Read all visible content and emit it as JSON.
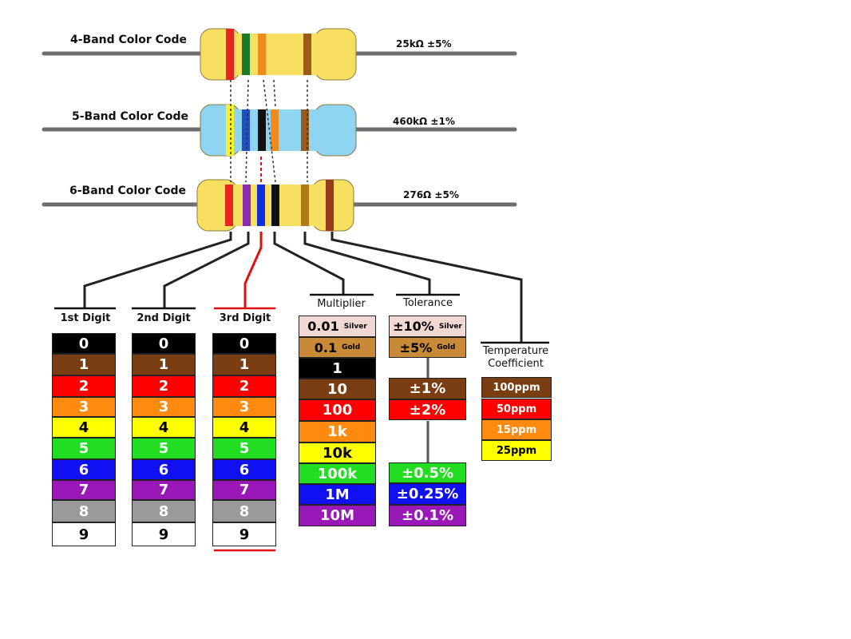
{
  "resistors": [
    {
      "label": "4-Band Color Code",
      "value": "25kΩ  ±5%",
      "body_color": "#f7e060",
      "bands": [
        "#e8251f",
        "#1a7a2a",
        "#f08a1c",
        "#9a5a1c"
      ]
    },
    {
      "label": "5-Band Color Code",
      "value": "460kΩ  ±1%",
      "body_color": "#8fd4f0",
      "bands": [
        "#f7ef2a",
        "#2050c0",
        "#111111",
        "#f08a1c",
        "#9a5a1c"
      ]
    },
    {
      "label": "6-Band Color Code",
      "value": "276Ω  ±5%",
      "body_color": "#f7e060",
      "bands": [
        "#e8251f",
        "#8a2cb0",
        "#1030e0",
        "#111111",
        "#b07a1c",
        "#9a3a1c"
      ]
    }
  ],
  "columns": {
    "digit1": {
      "title": "1st Digit"
    },
    "digit2": {
      "title": "2nd Digit"
    },
    "digit3": {
      "title": "3rd Digit"
    },
    "multiplier": {
      "title": "Multiplier"
    },
    "tolerance": {
      "title": "Tolerance"
    },
    "tempco": {
      "title": "Temperature Coefficient",
      "title_line1": "Temperature",
      "title_line2": "Coefficient"
    }
  },
  "digits": [
    {
      "label": "0",
      "color": "#000000",
      "text": "#ffffff"
    },
    {
      "label": "1",
      "color": "#7a3e12",
      "text": "#ffffff"
    },
    {
      "label": "2",
      "color": "#ff0000",
      "text": "#ffffff"
    },
    {
      "label": "3",
      "color": "#ff8a10",
      "text": "#ffffff"
    },
    {
      "label": "4",
      "color": "#ffff00",
      "text": "#000000"
    },
    {
      "label": "5",
      "color": "#22dd22",
      "text": "#ffffff"
    },
    {
      "label": "6",
      "color": "#1010f0",
      "text": "#ffffff"
    },
    {
      "label": "7",
      "color": "#9a18b8",
      "text": "#ffffff"
    },
    {
      "label": "8",
      "color": "#9a9a9a",
      "text": "#ffffff"
    },
    {
      "label": "9",
      "color": "#ffffff",
      "text": "#000000"
    }
  ],
  "multiplier": [
    {
      "label": "0.01",
      "sub": "Silver",
      "color": "#f2d8d2",
      "text": "#000000"
    },
    {
      "label": "0.1",
      "sub": "Gold",
      "color": "#c88a36",
      "text": "#000000"
    },
    {
      "label": "1",
      "color": "#000000",
      "text": "#ffffff"
    },
    {
      "label": "10",
      "color": "#7a3e12",
      "text": "#ffffff"
    },
    {
      "label": "100",
      "color": "#ff0000",
      "text": "#ffffff"
    },
    {
      "label": "1k",
      "color": "#ff8a10",
      "text": "#ffffff"
    },
    {
      "label": "10k",
      "color": "#ffff00",
      "text": "#000000"
    },
    {
      "label": "100k",
      "color": "#22dd22",
      "text": "#ffffff"
    },
    {
      "label": "1M",
      "color": "#1010f0",
      "text": "#ffffff"
    },
    {
      "label": "10M",
      "color": "#9a18b8",
      "text": "#ffffff"
    }
  ],
  "tolerance": [
    {
      "label": "±10%",
      "sub": "Silver",
      "color": "#f2d8d2",
      "text": "#000000"
    },
    {
      "label": "±5%",
      "sub": "Gold",
      "color": "#c88a36",
      "text": "#000000"
    },
    {
      "label": "±1%",
      "color": "#7a3e12",
      "text": "#ffffff"
    },
    {
      "label": "±2%",
      "color": "#ff0000",
      "text": "#ffffff"
    },
    {
      "label": "±0.5%",
      "color": "#22dd22",
      "text": "#ffffff"
    },
    {
      "label": "±0.25%",
      "color": "#1010f0",
      "text": "#ffffff"
    },
    {
      "label": "±0.1%",
      "color": "#9a18b8",
      "text": "#ffffff"
    }
  ],
  "tempco": [
    {
      "label": "100ppm",
      "color": "#7a3e12",
      "text": "#ffffff"
    },
    {
      "label": "50ppm",
      "color": "#ff0000",
      "text": "#ffffff"
    },
    {
      "label": "15ppm",
      "color": "#ff8a10",
      "text": "#ffffff"
    },
    {
      "label": "25ppm",
      "color": "#ffff00",
      "text": "#000000"
    }
  ]
}
